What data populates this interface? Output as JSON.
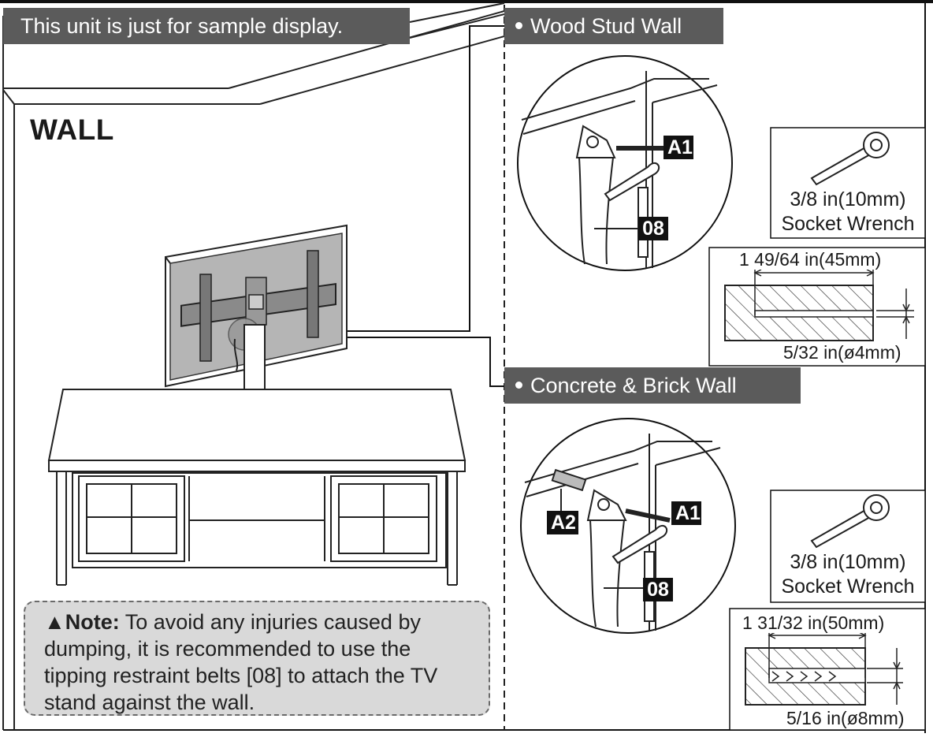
{
  "banner": {
    "text": "This unit is just for sample display."
  },
  "wall": {
    "label": "WALL"
  },
  "sections": {
    "wood": {
      "title": "Wood Stud Wall",
      "badges": {
        "screw": "A1",
        "belt": "08"
      },
      "tool": {
        "size": "3/8 in(10mm)",
        "name": "Socket Wrench"
      },
      "drill": {
        "depth": "1 49/64 in(45mm)",
        "diameter": "5/32 in(ø4mm)"
      }
    },
    "concrete": {
      "title": "Concrete & Brick Wall",
      "badges": {
        "screw": "A1",
        "anchor": "A2",
        "belt": "08"
      },
      "tool": {
        "size": "3/8 in(10mm)",
        "name": "Socket Wrench"
      },
      "drill": {
        "depth": "1 31/32 in(50mm)",
        "diameter": "5/16 in(ø8mm)"
      }
    }
  },
  "note": {
    "symbol": "▲",
    "heading": "Note:",
    "text": " To avoid any injuries caused by dumping, it is recommended to use the tipping restraint belts [08] to attach the TV stand against the wall."
  }
}
